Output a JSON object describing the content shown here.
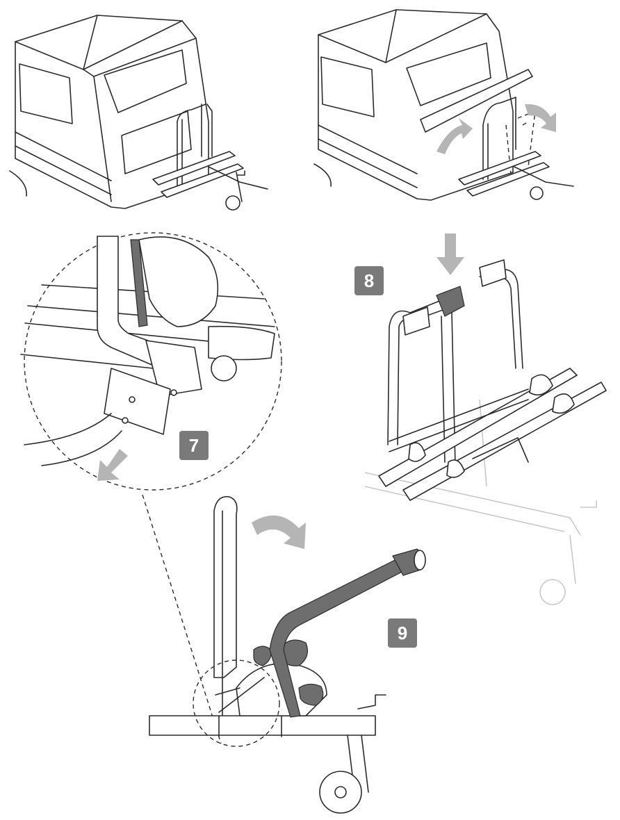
{
  "steps": [
    {
      "number": "7",
      "arrow": "pull-down-arrow"
    },
    {
      "number": "8",
      "arrow": "push-down-arrow"
    },
    {
      "number": "9",
      "arrow": "rotate-arrow"
    }
  ],
  "colors": {
    "badge": "#7a7a7a",
    "arrow": "#b5b5b5",
    "line": "#2a2a2a",
    "faint_line": "#c8c8c8",
    "highlight_frame": "#6e6e6e"
  }
}
